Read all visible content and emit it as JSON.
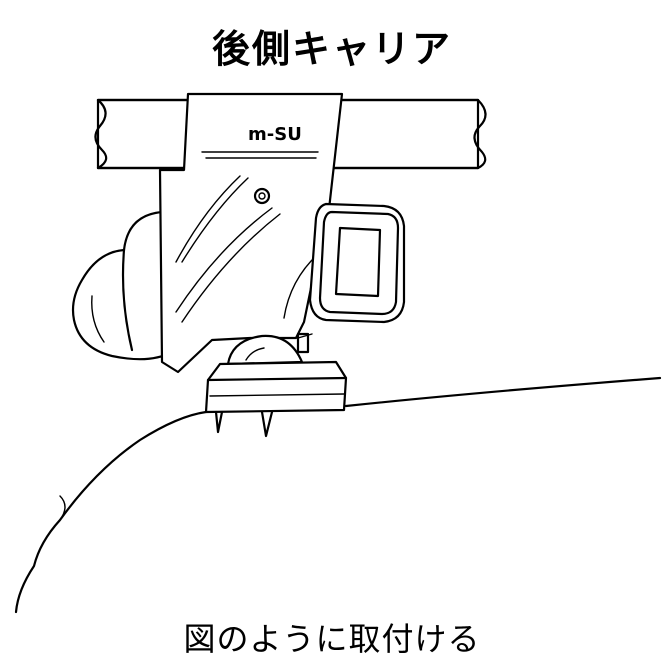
{
  "title": "後側キャリア",
  "caption": "図のように取付ける",
  "part_label": "m-SU"
}
